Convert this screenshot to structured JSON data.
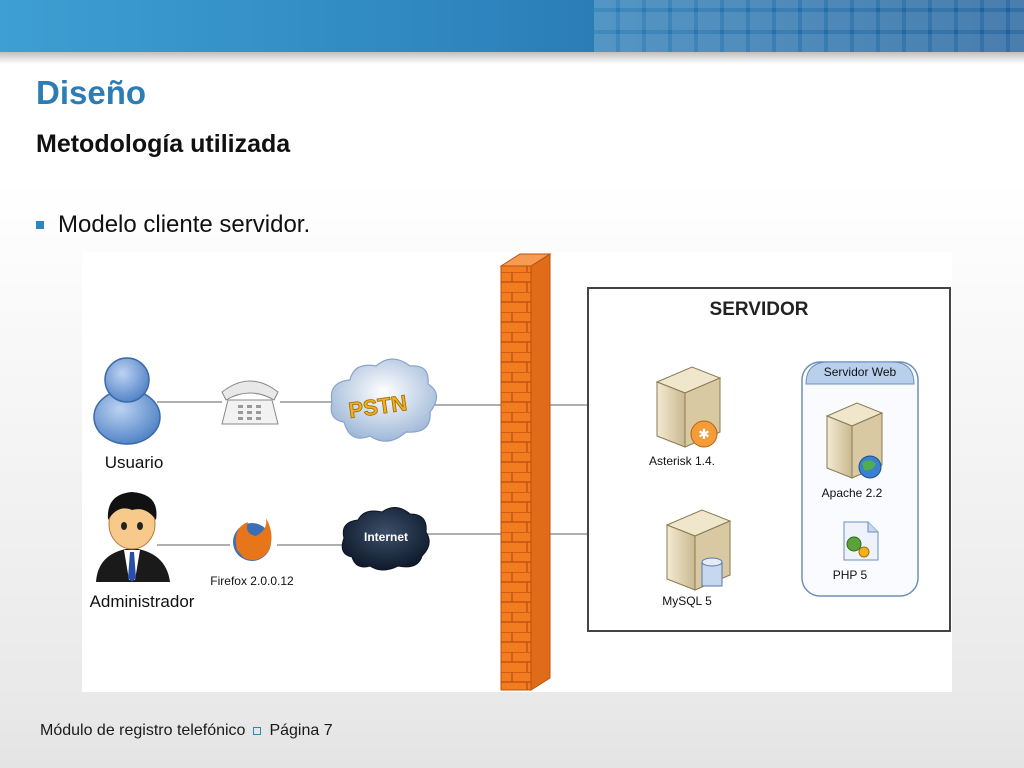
{
  "slide": {
    "title": "Diseño",
    "subtitle": "Metodología utilizada",
    "bullet": "Modelo cliente servidor."
  },
  "diagram": {
    "usuario_label": "Usuario",
    "administrador_label": "Administrador",
    "pstn_label": "PSTN",
    "internet_label": "Internet",
    "firefox_label": "Firefox 2.0.0.12",
    "servidor_title": "SERVIDOR",
    "asterisk_label": "Asterisk 1.4.",
    "mysql_label": "MySQL 5",
    "servidor_web_label": "Servidor Web",
    "apache_label": "Apache 2.2",
    "php_label": "PHP 5"
  },
  "footer": {
    "module": "Módulo de registro telefónico",
    "page": "Página 7"
  },
  "colors": {
    "accent": "#2f86bf",
    "firewall": "#f47c20"
  }
}
